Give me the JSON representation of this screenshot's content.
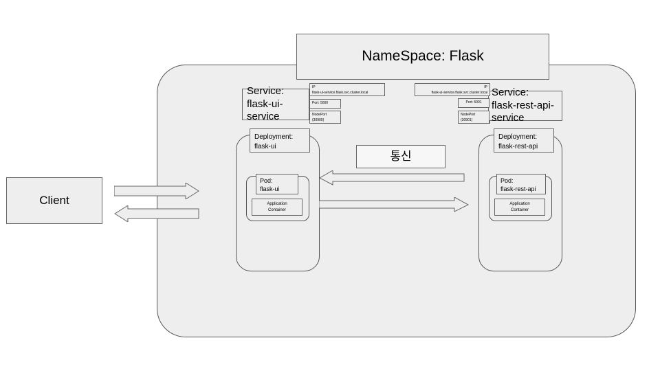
{
  "diagram": {
    "namespace": {
      "title": "NameSpace: Flask"
    },
    "client": {
      "label": "Client"
    },
    "services": [
      {
        "title": "Service:",
        "name": "flask-ui-service",
        "ip_key": "IP",
        "ip_value": "flask-ui-service.flask.svc.cluster.local",
        "port": "Port: 5000",
        "nodeport_key": "NodePort",
        "nodeport_value": "(30900)"
      },
      {
        "title": "Service:",
        "name": "flask-rest-api-service",
        "ip_key": "IP",
        "ip_value": "flask-ui-service.flask.svc.cluster.local",
        "port": "Port: 5001",
        "nodeport_key": "NodePort",
        "nodeport_value": "(30901)"
      }
    ],
    "deployments": [
      {
        "title": "Deployment:",
        "name": "flask-ui"
      },
      {
        "title": "Deployment:",
        "name": "flask-rest-api"
      }
    ],
    "pods": [
      {
        "title": "Pod:",
        "name": "flask-ui",
        "container_line1": "Application",
        "container_line2": "Container"
      },
      {
        "title": "Pod:",
        "name": "flask-rest-api",
        "container_line1": "Application",
        "container_line2": "Container"
      }
    ],
    "communication": {
      "label": "통신"
    },
    "colors": {
      "fill": "#eeeeee",
      "stroke": "#666666",
      "container_stroke": "#555555",
      "comm_fill": "#f7f7f7"
    }
  }
}
